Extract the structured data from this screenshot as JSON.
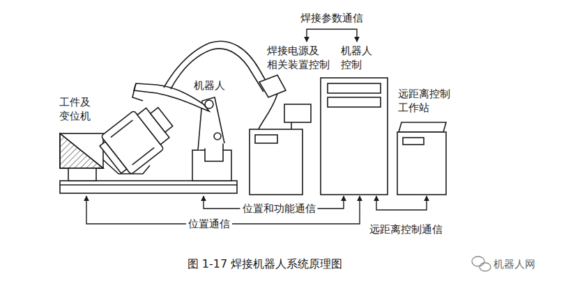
{
  "diagram": {
    "caption": "图 1-17 焊接机器人系统原理图",
    "nodes": [
      {
        "text": [
          "工件及 变位机"
        ]
      },
      {
        "text": [
          "机器人"
        ]
      },
      {
        "text": [
          "焊接电源及 相关装置控制"
        ]
      },
      {
        "text": [
          "机器人 控制"
        ]
      },
      {
        "text": [
          "远距离控制 工作站"
        ]
      }
    ],
    "edges": [
      {
        "from": 2,
        "to": 3,
        "label": "焊接参数通信",
        "arrow": "both"
      },
      {
        "from": 1,
        "to": 3,
        "label": "位置和功能通信",
        "arrow": "both"
      },
      {
        "from": 0,
        "to": 3,
        "label": "位置通信",
        "arrow": "both"
      },
      {
        "from": 3,
        "to": 4,
        "label": "远距离控制通信",
        "arrow": "both"
      }
    ],
    "labels": [
      "机器人网"
    ]
  }
}
